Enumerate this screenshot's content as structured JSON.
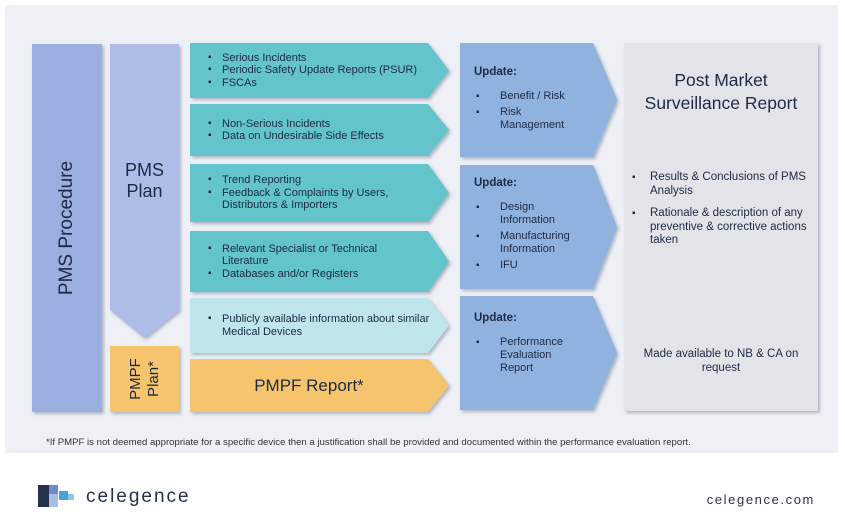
{
  "procedure_label": "PMS Procedure",
  "plan_label_line1": "PMS",
  "plan_label_line2": "Plan",
  "pmpf_plan_line1": "PMPF",
  "pmpf_plan_line2": "Plan*",
  "pmpf_report": "PMPF Report*",
  "input_arrows": [
    {
      "items": [
        "Serious Incidents",
        "Periodic Safety Update Reports (PSUR)",
        "FSCAs"
      ]
    },
    {
      "items": [
        "Non-Serious Incidents",
        "Data on Undesirable Side Effects"
      ]
    },
    {
      "items": [
        "Trend Reporting",
        "Feedback & Complaints by Users, Distributors & Importers"
      ]
    },
    {
      "items": [
        "Relevant Specialist or Technical Literature",
        "Databases and/or Registers"
      ]
    },
    {
      "items": [
        "Publicly available information about similar Medical Devices"
      ]
    }
  ],
  "updates": [
    {
      "heading": "Update:",
      "items": [
        "Benefit / Risk",
        "Risk Management"
      ]
    },
    {
      "heading": "Update:",
      "items": [
        "Design Information",
        "Manufacturing Information",
        "IFU"
      ]
    },
    {
      "heading": "Update:",
      "items": [
        "Performance Evaluation Report"
      ]
    }
  ],
  "report": {
    "title": "Post Market Surveillance Report",
    "items": [
      "Results & Conclusions of PMS Analysis",
      "Rationale & description of any preventive & corrective actions taken"
    ],
    "note": "Made available to NB & CA on request"
  },
  "footnote": "*If PMPF is not deemed appropriate for a specific device then a justification shall be provided and documented within the performance evaluation report.",
  "brand_name": "celegence",
  "website": "celegence.com",
  "colors": {
    "panel": "#eef0f6",
    "procedure": "#9aaee0",
    "plan": "#aebde8",
    "teal_arrow": "#63c4cb",
    "light_teal_arrow": "#bfe6ea",
    "pmpf": "#f5c46c",
    "update_arrow": "#8fb3de",
    "report_box": "#e2e4e9"
  }
}
